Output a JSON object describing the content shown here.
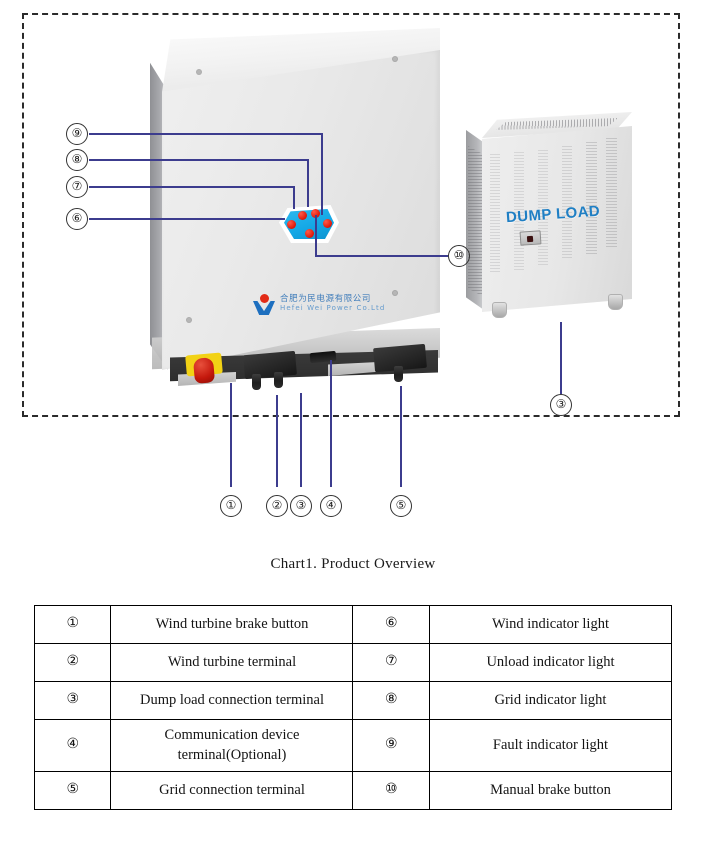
{
  "figure": {
    "caption": "Chart1. Product Overview",
    "inverter": {
      "logo_cn": "合肥为民电源有限公司",
      "logo_en": "Hefei Wei Power Co.Ltd"
    },
    "dump_load": {
      "title": "DUMP LOAD"
    },
    "callouts": {
      "c1": "①",
      "c2": "②",
      "c3": "③",
      "c4": "④",
      "c5": "⑤",
      "c6": "⑥",
      "c7": "⑦",
      "c8": "⑧",
      "c9": "⑨",
      "c10": "⑩",
      "c3_right": "③"
    }
  },
  "legend": {
    "rows": [
      {
        "num_left": "①",
        "label_left": "Wind turbine brake button",
        "num_right": "⑥",
        "label_right": "Wind indicator light"
      },
      {
        "num_left": "②",
        "label_left": "Wind turbine terminal",
        "num_right": "⑦",
        "label_right": "Unload indicator light"
      },
      {
        "num_left": "③",
        "label_left": "Dump load connection terminal",
        "num_right": "⑧",
        "label_right": "Grid indicator light"
      },
      {
        "num_left": "④",
        "label_left": "Communication device terminal(Optional)",
        "num_right": "⑨",
        "label_right": "Fault indicator light"
      },
      {
        "num_left": "⑤",
        "label_left": "Grid connection terminal",
        "num_right": "⑩",
        "label_right": "Manual brake button"
      }
    ]
  },
  "colors": {
    "leader_line": "#3c3c8e",
    "led_panel": "#14a8e6",
    "led_dot": "#e01b0c",
    "dump_load_text": "#1f7fc4",
    "brake_knob": "#c4180c",
    "brake_plate": "#f2d215"
  }
}
